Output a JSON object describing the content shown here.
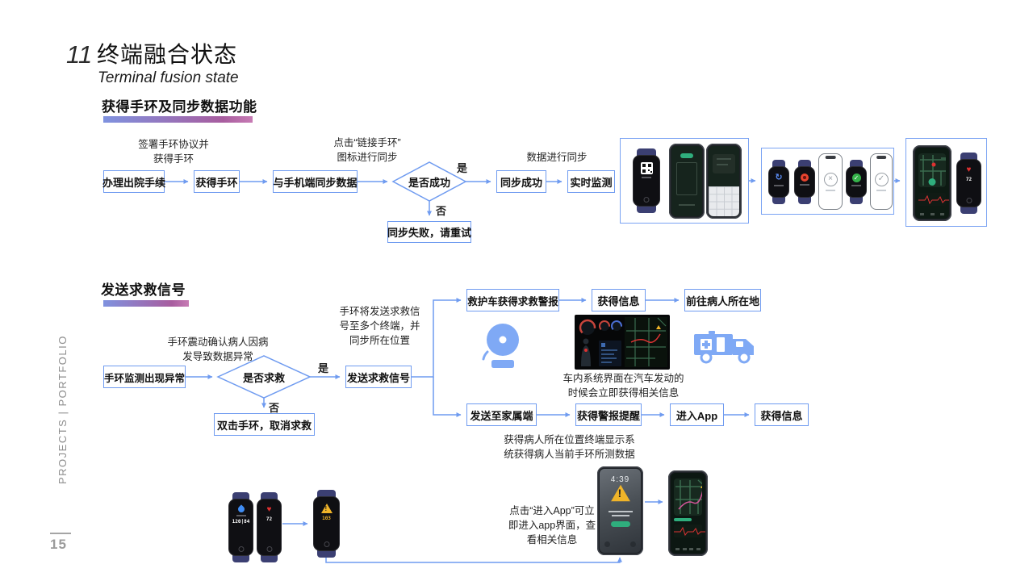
{
  "sidebar": {
    "text": "PROJECTS | PORTFOLIO",
    "page_number": "15"
  },
  "header": {
    "index": "11",
    "title": "终端融合状态",
    "subtitle": "Terminal fusion state"
  },
  "colors": {
    "accent": "#6f9bf0",
    "gradient_start": "#7f92df",
    "gradient_end": "#c77bb4"
  },
  "flow1": {
    "title": "获得手环及同步数据功能",
    "note_sign": "签署手环协议并\n获得手环",
    "note_click": "点击“链接手环”\n图标进行同步",
    "note_sync": "数据进行同步",
    "box_checkout": "办理出院手续",
    "box_get_band": "获得手环",
    "box_sync_phone": "与手机端同步数据",
    "decision_success": "是否成功",
    "label_yes": "是",
    "label_no": "否",
    "box_sync_fail": "同步失败，请重试",
    "box_sync_ok": "同步成功",
    "box_monitor": "实时监测"
  },
  "flow2": {
    "title": "发送求救信号",
    "note_vibrate": "手环震动确认病人因病\n发导致数据异常",
    "note_multi": "手环将发送求救信\n号至多个终端，并\n同步所在位置",
    "box_abnormal": "手环监测出现异常",
    "decision_sos": "是否求救",
    "label_yes": "是",
    "label_no": "否",
    "box_cancel": "双击手环，取消求救",
    "box_send": "发送求救信号",
    "box_ambulance": "救护车获得求救警报",
    "box_amb_info": "获得信息",
    "box_goto": "前往病人所在地",
    "caption_car": "车内系统界面在汽车发动的\n时候会立即获得相关信息",
    "box_family": "发送至家属端",
    "box_alert": "获得警报提醒",
    "box_enter_app": "进入App",
    "box_fam_info": "获得信息",
    "caption_family": "获得病人所在位置终端显示系\n统获得病人当前手环所测数据",
    "note_enter_app": "点击“进入App”可立\n即进入app界面，查\n看相关信息"
  },
  "devices": {
    "band_bp_value": "120|84",
    "band_hr_value": "72",
    "band_warn_value": "103",
    "band_hr2_value": "72",
    "lock_time": "4:39"
  },
  "icons": {
    "close_glyph": "×",
    "check_glyph": "✓",
    "reload_glyph": "↻",
    "heart_glyph": "♥"
  }
}
